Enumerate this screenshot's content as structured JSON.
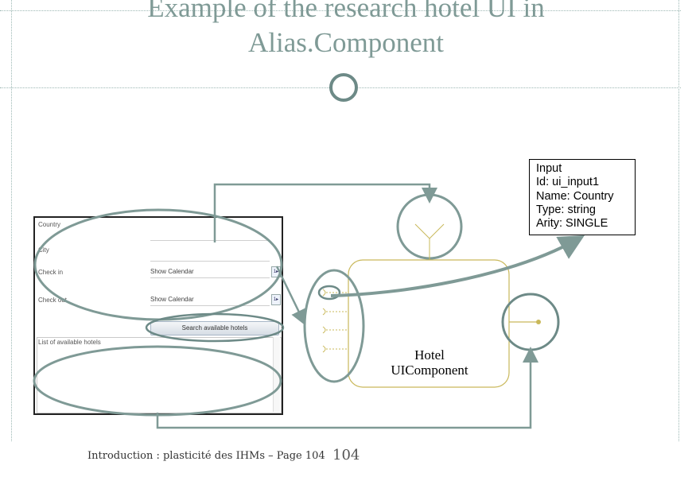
{
  "slide": {
    "title_line1": "Example of the research hotel UI in",
    "title_line2": "Alias.Component"
  },
  "info_box": {
    "lines": [
      "Input",
      "Id: ui_input1",
      "Name: Country",
      "Type: string",
      "Arity: SINGLE"
    ]
  },
  "component": {
    "name_line1": "Hotel",
    "name_line2": "UIComponent"
  },
  "screenshot": {
    "labels": {
      "country": "Country",
      "city": "City",
      "check_in": "Check in",
      "check_out": "Check out",
      "list": "List of available hotels"
    },
    "check_in_value": "Show Calendar",
    "check_out_value": "Show Calendar",
    "spin_text": "1▸",
    "search_button": "Search available hotels"
  },
  "footer": {
    "text": "Introduction : plasticité des IHMs  – Page 104",
    "page_big": "104"
  },
  "colors": {
    "connector": "#7f9a96",
    "component_border": "#c9b85a",
    "ellipse": "#6d8a87"
  }
}
